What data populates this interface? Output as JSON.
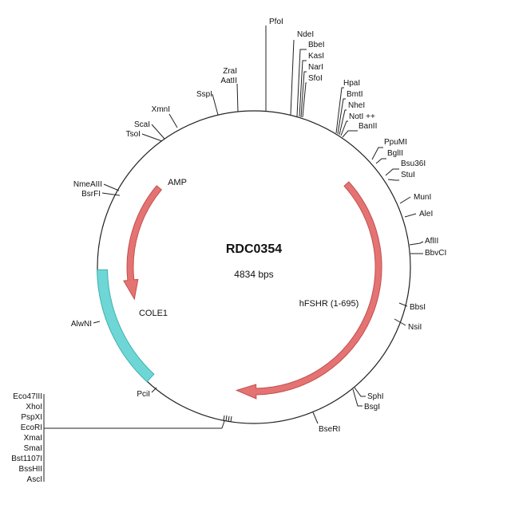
{
  "plasmid": {
    "name": "RDC0354",
    "size_label": "4834 bps"
  },
  "features": [
    {
      "name": "AMP",
      "label": "AMP",
      "type": "arrow",
      "color": "#e57373",
      "stroke": "#c0504d"
    },
    {
      "name": "hFSHR",
      "label": "hFSHR (1-695)",
      "type": "arrow",
      "color": "#e57373",
      "stroke": "#c0504d"
    },
    {
      "name": "COLE1",
      "label": "COLE1",
      "type": "block",
      "color": "#6fd6d6",
      "stroke": "#3fb0b0"
    }
  ],
  "sites": {
    "pfoi": "PfoI",
    "ndei": "NdeI",
    "bbei": "BbeI",
    "kasi": "KasI",
    "nari": "NarI",
    "sfoi": "SfoI",
    "hpai": "HpaI",
    "bmti": "BmtI",
    "nhei": "NheI",
    "noti": "NotI ++",
    "banii": "BanII",
    "ppumi": "PpuMI",
    "bglii": "BglII",
    "bsu36i": "Bsu36I",
    "stui": "StuI",
    "muni": "MunI",
    "alei": "AleI",
    "aflii": "AflII",
    "bbvci": "BbvCI",
    "bbsi": "BbsI",
    "nsii": "NsiI",
    "sphi": "SphI",
    "bsgi": "BsgI",
    "bseri": "BseRI",
    "pcii": "PciI",
    "alwni": "AlwNI",
    "nmeaiii": "NmeAIII",
    "bsrfi": "BsrFI",
    "tsoi": "TsoI",
    "scai": "ScaI",
    "xmni": "XmnI",
    "sspi": "SspI",
    "zrai": "ZraI",
    "aatii": "AatII",
    "mcs": [
      "Eco47III",
      "XhoI",
      "PspXI",
      "EcoRI",
      "XmaI",
      "SmaI",
      "Bst1107I",
      "BssHII",
      "AscI"
    ]
  }
}
